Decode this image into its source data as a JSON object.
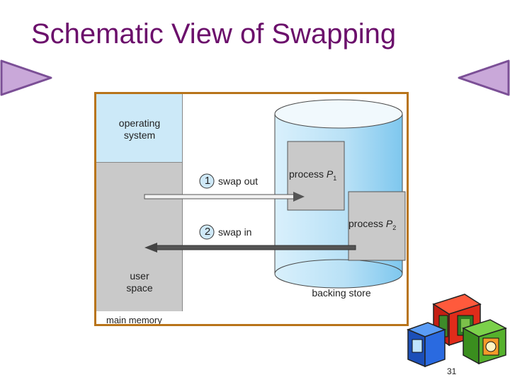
{
  "slide": {
    "title": "Schematic View of Swapping",
    "page_number": "31"
  },
  "diagram": {
    "os_label_line1": "operating",
    "os_label_line2": "system",
    "user_label_line1": "user",
    "user_label_line2": "space",
    "memory_label": "main memory",
    "store_label": "backing store",
    "process1_label": "process",
    "process1_symbol": "P",
    "process1_subscript": "1",
    "process2_label": "process",
    "process2_symbol": "P",
    "process2_subscript": "2",
    "step1_number": "1",
    "step1_label": "swap out",
    "step2_number": "2",
    "step2_label": "swap in"
  },
  "colors": {
    "title": "#6b0f6b",
    "frame_border": "#b8741a",
    "os_fill": "#cce9f8",
    "user_fill": "#c9c9c9",
    "store_fill": "#bfe3f7",
    "nav_arrow": "#c9a8d9"
  }
}
